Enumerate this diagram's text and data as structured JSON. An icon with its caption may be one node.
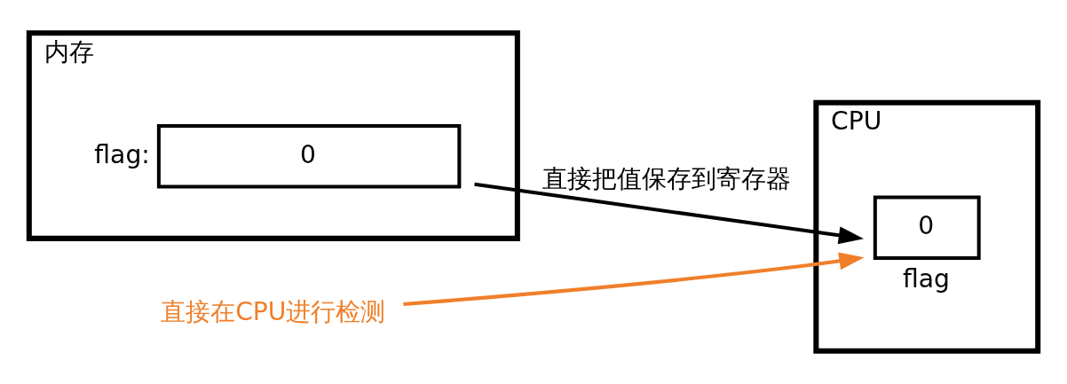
{
  "diagram": {
    "nodes": [
      {
        "text": [
          "CPU"
        ]
      },
      {
        "text": [
          "0"
        ],
        "beside": [
          "flag"
        ],
        "in": 0
      },
      {
        "text": [
          "内存"
        ]
      },
      {
        "text": [
          "0"
        ],
        "beside": [
          "flag:"
        ],
        "in": 2
      },
      {
        "text": [
          "直接在CPU进行检测"
        ]
      }
    ],
    "edges": [
      {
        "from": 3,
        "to": 1,
        "arrow": "to",
        "label": "直接把值保存到寄存器"
      },
      {
        "from": 4,
        "to": 1,
        "arrow": "to",
        "color": "#f07f2a"
      }
    ]
  }
}
